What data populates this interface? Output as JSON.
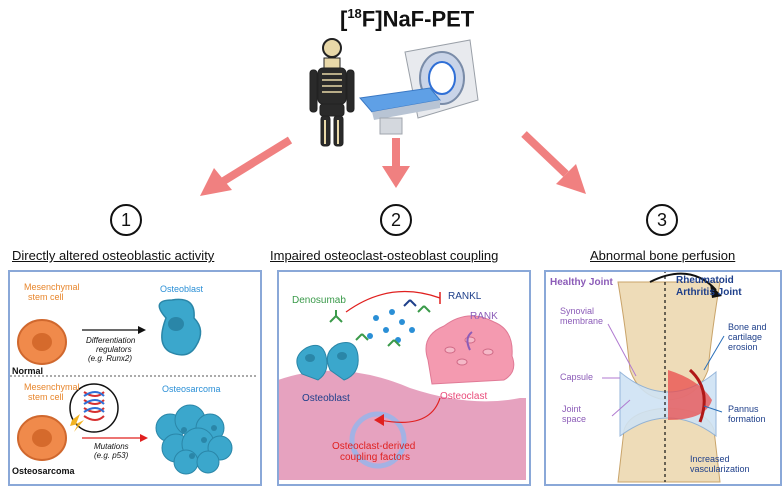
{
  "title_main": "NaF-PET",
  "title_sup": "18",
  "title_prefix": "[",
  "title_mid": "F]",
  "sections": [
    {
      "number": "1",
      "heading": "Directly altered osteoblastic activity"
    },
    {
      "number": "2",
      "heading": "Impaired osteoclast-osteoblast coupling"
    },
    {
      "number": "3",
      "heading": "Abnormal bone perfusion"
    }
  ],
  "panel1": {
    "msc_top": [
      "Mesenchymal",
      "stem cell"
    ],
    "osteoblast": "Osteoblast",
    "diff_text": [
      "Differentiation",
      "regulators",
      "(e.g. Runx2)"
    ],
    "normal": "Normal",
    "msc_bottom": [
      "Mesenchymal",
      "stem cell"
    ],
    "osteosarcoma_cell": "Osteosarcoma",
    "mut_text": [
      "Mutations",
      "(e.g. p53)"
    ],
    "osteosarcoma_label": "Osteosarcoma"
  },
  "panel2": {
    "denosumab": "Denosumab",
    "rankl": "RANKL",
    "rank": "RANK",
    "osteoblast": "Osteoblast",
    "osteoclast": "Osteoclast",
    "coupling": [
      "Osteoclast-derived",
      "coupling factors"
    ]
  },
  "panel3": {
    "healthy": "Healthy Joint",
    "ra": [
      "Rheumatoid",
      "Arthritis Joint"
    ],
    "synovial": [
      "Synovial",
      "membrane"
    ],
    "capsule": "Capsule",
    "joint_space": [
      "Joint",
      "space"
    ],
    "bone_erosion": [
      "Bone and",
      "cartilage",
      "erosion"
    ],
    "pannus": [
      "Pannus",
      "formation"
    ],
    "vasc": [
      "Increased",
      "vascularization"
    ]
  },
  "colors": {
    "arrow": "#f08080",
    "panel_border": "#8aa8d8",
    "cell_orange": "#f08a4b",
    "cell_blue": "#3ba7cc",
    "bone_pink": "#e6a2bf",
    "osteoclast_pink": "#f49ab0"
  }
}
